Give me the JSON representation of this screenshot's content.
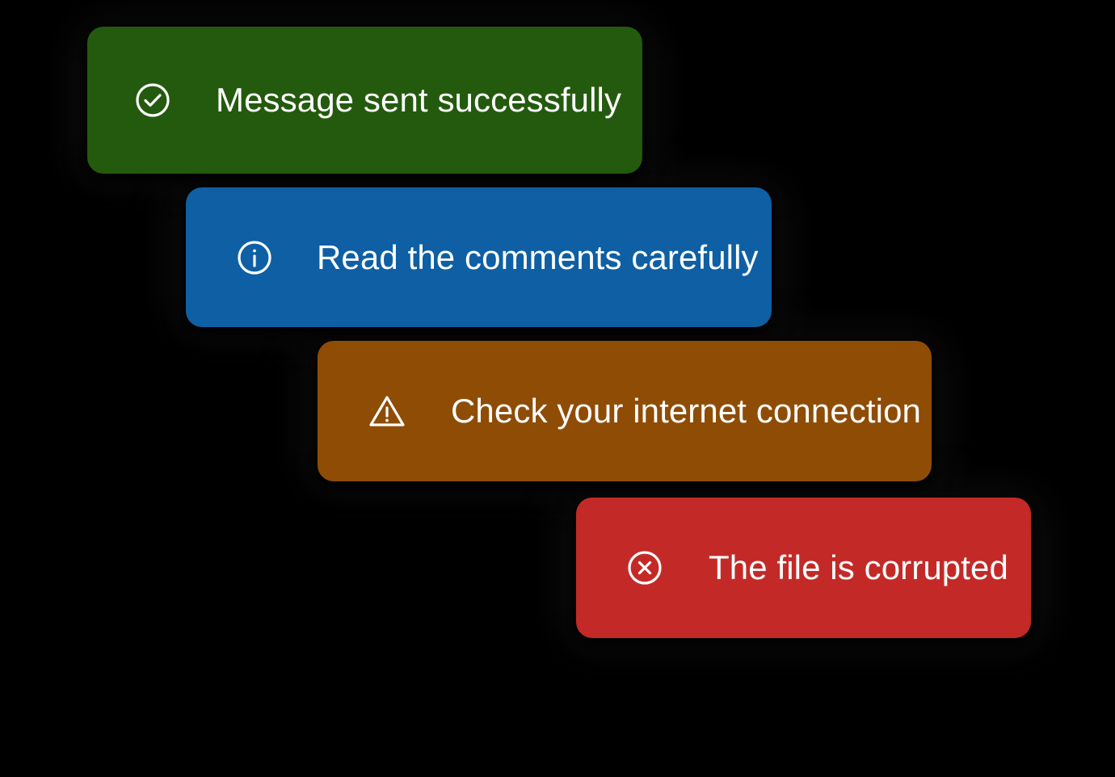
{
  "background_color": "#000000",
  "toasts": [
    {
      "id": "success",
      "icon": "check-circle-icon",
      "message": "Message sent successfully",
      "background_color": "#245A0E",
      "text_color": "#FFFFFF"
    },
    {
      "id": "info",
      "icon": "info-circle-icon",
      "message": "Read the comments carefully",
      "background_color": "#0E5FA4",
      "text_color": "#FFFFFF"
    },
    {
      "id": "warning",
      "icon": "warning-triangle-icon",
      "message": "Check your internet connection",
      "background_color": "#8F4C05",
      "text_color": "#FFFFFF"
    },
    {
      "id": "error",
      "icon": "x-circle-icon",
      "message": "The file is corrupted",
      "background_color": "#C32A27",
      "text_color": "#FFFFFF"
    }
  ]
}
